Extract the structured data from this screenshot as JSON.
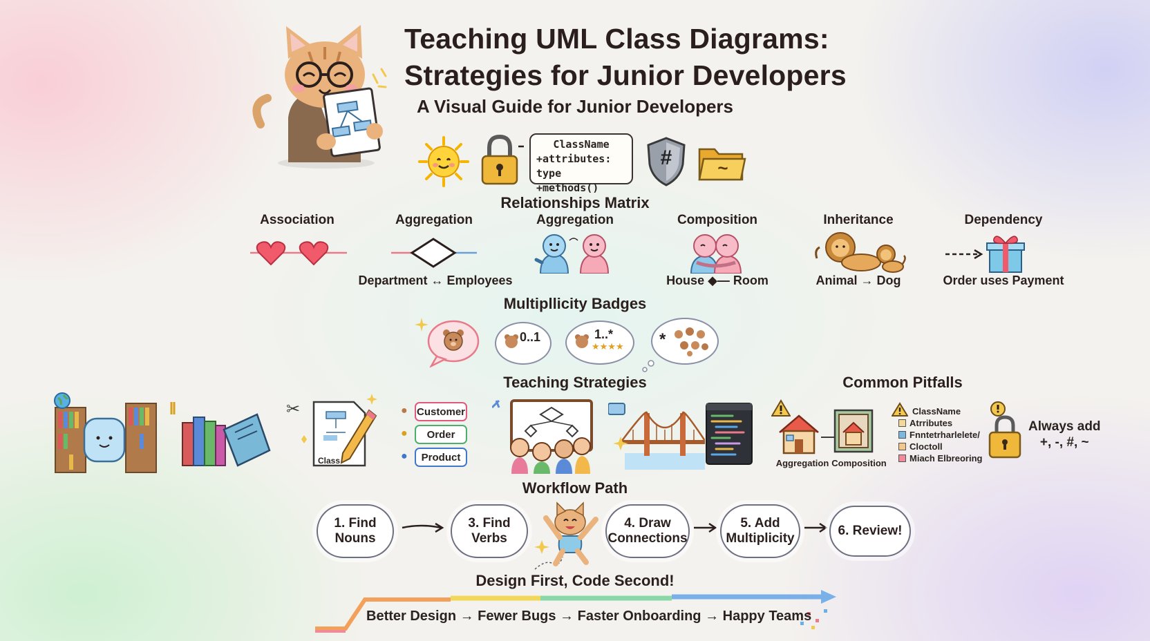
{
  "title": {
    "line1": "Teaching UML Class Diagrams:",
    "line2": "Strategies for Junior Developers"
  },
  "subtitle": "A Visual Guide for Junior Developers",
  "class_box": {
    "name": "ClassName",
    "attributes": "+attributes: type",
    "methods": "+methods()"
  },
  "visibility_symbols": {
    "protected": "#",
    "package": "~"
  },
  "relationships": {
    "heading": "Relationships Matrix",
    "items": [
      {
        "label": "Association",
        "caption": ""
      },
      {
        "label": "Aggregation",
        "caption": "Department ↔ Employees"
      },
      {
        "label": "Aggregation",
        "caption": ""
      },
      {
        "label": "Composition",
        "caption": "House ◆— Room"
      },
      {
        "label": "Inheritance",
        "caption": "Animal → Dog"
      },
      {
        "label": "Dependency",
        "caption": "Order uses Payment"
      }
    ]
  },
  "multiplicity": {
    "heading": "Multipllicity Badges",
    "badges": [
      "0..1",
      "1..*",
      "*"
    ]
  },
  "strategies": {
    "heading": "Teaching Strategies",
    "tags": [
      "Customer",
      "Order",
      "Product"
    ],
    "doc_label": "Class"
  },
  "pitfalls": {
    "heading": "Common Pitfalls",
    "captions": [
      "Aggregation",
      "Composition"
    ],
    "list": [
      "ClassName",
      "Atrributes",
      "Fnntetrharlelete/",
      "Cloctoll",
      "Miach Elbreoring"
    ],
    "always_add": {
      "line1": "Always add",
      "line2": "+, -, #, ~"
    }
  },
  "workflow": {
    "heading": "Workflow Path",
    "steps": [
      {
        "line1": "1. Find",
        "line2": "Nouns"
      },
      {
        "line1": "3. Find",
        "line2": "Verbs"
      },
      {
        "line1": "4. Draw",
        "line2": "Connections"
      },
      {
        "line1": "5. Add",
        "line2": "Multiplicity"
      },
      {
        "line1": "6. Review!",
        "line2": ""
      }
    ]
  },
  "motto": "Design First, Code Second!",
  "banner": "Better Design → Fewer Bugs → Faster Onboarding → Happy Teams",
  "colors": {
    "heart": "#f05a6a",
    "tag_border": [
      "#e0587a",
      "#4cae6a",
      "#3f78c8"
    ],
    "lock": "#f0b83a",
    "folder": "#f3c24e",
    "shield": "#7d8088"
  }
}
